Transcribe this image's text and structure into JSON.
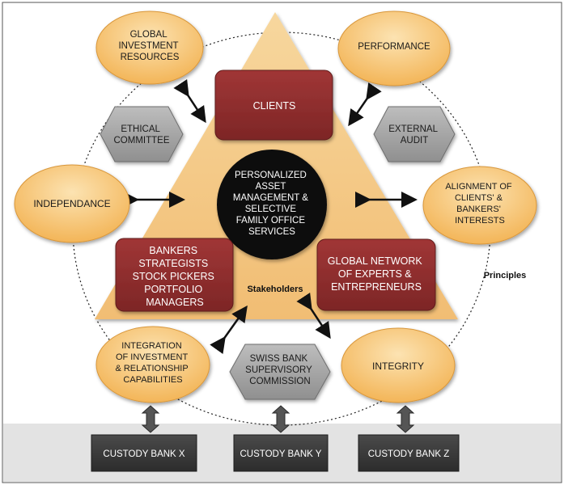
{
  "circles": {
    "global_investment": [
      "GLOBAL",
      "INVESTMENT",
      "RESOURCES"
    ],
    "performance": [
      "PERFORMANCE"
    ],
    "independance": [
      "INDEPENDANCE"
    ],
    "alignment": [
      "ALIGNMENT OF",
      "CLIENTS' &",
      "BANKERS'",
      "INTERESTS"
    ],
    "integration": [
      "INTEGRATION",
      "OF INVESTMENT",
      "& RELATIONSHIP",
      "CAPABILITIES"
    ],
    "integrity": [
      "INTEGRITY"
    ]
  },
  "hexagons": {
    "ethical": [
      "ETHICAL",
      "COMMITTEE"
    ],
    "external": [
      "EXTERNAL",
      "AUDIT"
    ],
    "swiss": [
      "SWISS BANK",
      "SUPERVISORY",
      "COMMISSION"
    ]
  },
  "boxes": {
    "clients": [
      "CLIENTS"
    ],
    "bankers": [
      "BANKERS",
      "STRATEGISTS",
      "STOCK PICKERS",
      "PORTFOLIO",
      "MANAGERS"
    ],
    "network": [
      "GLOBAL NETWORK",
      "OF EXPERTS &",
      "ENTREPRENEURS"
    ]
  },
  "center": [
    "PERSONALIZED",
    "ASSET",
    "MANAGEMENT &",
    "SELECTIVE",
    "FAMILY OFFICE",
    "SERVICES"
  ],
  "labels": {
    "stakeholders": "Stakeholders",
    "principles": "Principles"
  },
  "custody": [
    "CUSTODY BANK X",
    "CUSTODY BANK Y",
    "CUSTODY BANK Z"
  ],
  "colors": {
    "triangle": "#f5c77e",
    "circle_fill": "#f8c66e",
    "circle_stroke": "#e0a040",
    "box_fill": "#8f2d2d",
    "hex_fill": "#a5a5a5",
    "custody_fill": "#3a3a3a",
    "footer_band": "#e3e3e3"
  }
}
